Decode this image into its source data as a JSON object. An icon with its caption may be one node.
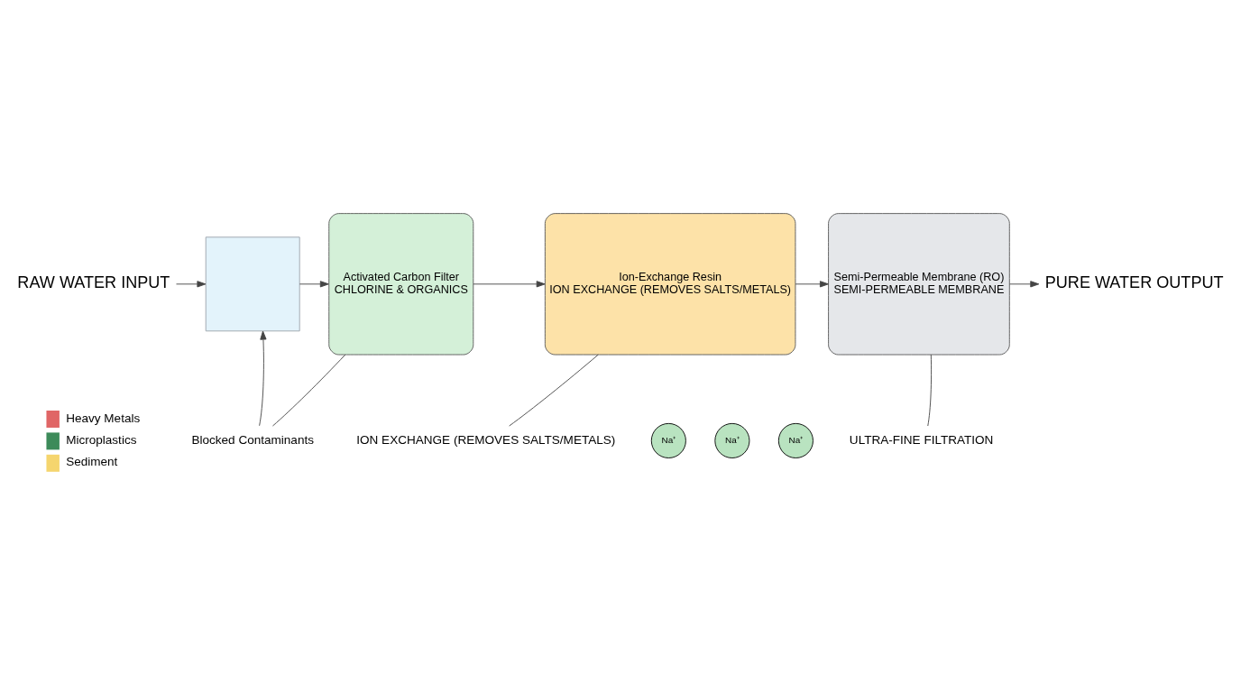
{
  "diagram": {
    "nodes": [
      {
        "text": [
          "RAW WATER INPUT"
        ]
      },
      {
        "text": [],
        "shape": "box"
      },
      {
        "text": [
          "Activated Carbon Filter",
          "CHLORINE & ORGANICS"
        ]
      },
      {
        "text": [
          "Ion-Exchange Resin",
          "ION EXCHANGE (REMOVES SALTS/METALS)"
        ]
      },
      {
        "text": [
          "Semi-Permeable Membrane (RO)",
          "SEMI-PERMEABLE MEMBRANE"
        ]
      },
      {
        "text": [
          "PURE WATER OUTPUT"
        ]
      },
      {
        "text": [
          "Blocked Contaminants"
        ]
      },
      {
        "text": [
          "ION EXCHANGE (REMOVES SALTS/METALS)"
        ]
      },
      {
        "text": [
          "ULTRA-FINE FILTRATION"
        ]
      }
    ],
    "edges": [
      {
        "from": 0,
        "to": 1,
        "arrow": "to"
      },
      {
        "from": 1,
        "to": 2,
        "arrow": "to"
      },
      {
        "from": 2,
        "to": 3,
        "arrow": "to"
      },
      {
        "from": 3,
        "to": 4,
        "arrow": "to"
      },
      {
        "from": 4,
        "to": 5,
        "arrow": "to"
      },
      {
        "from": 6,
        "to": 1,
        "arrow": "to"
      },
      {
        "from": 6,
        "to": 2,
        "arrow": "none"
      },
      {
        "from": 7,
        "to": 3,
        "arrow": "none"
      },
      {
        "from": 8,
        "to": 4,
        "arrow": "none"
      }
    ],
    "labels": [
      "Na⁺",
      "Na⁺",
      "Na⁺"
    ],
    "legend": [
      {
        "text": "Heavy Metals",
        "color": "#e06666"
      },
      {
        "text": "Microplastics",
        "color": "#3d8b5a"
      },
      {
        "text": "Sediment",
        "color": "#f5d56e"
      }
    ]
  }
}
